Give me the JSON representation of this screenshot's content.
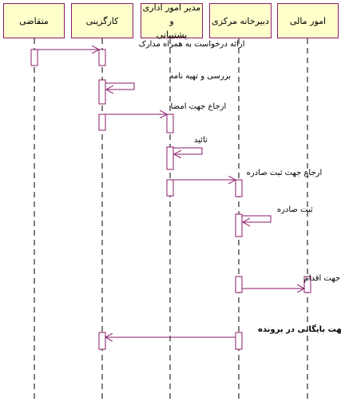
{
  "participants": [
    {
      "name": "متقاضی"
    },
    {
      "name": "کارگزینی"
    },
    {
      "name": "مدیر امور اداری و\nپشتیبانی"
    },
    {
      "name": "دبیرخانه مرکزی"
    },
    {
      "name": "امور مالی"
    }
  ],
  "messages": [
    {
      "label": "ارائه درخواست به همراه مدارک",
      "from": 0,
      "to": 1,
      "bold": false
    },
    {
      "label": "بررسی و تهیه نامه",
      "from": 1,
      "to": 1,
      "bold": false
    },
    {
      "label": "ارجاع جهت امضا",
      "from": 1,
      "to": 2,
      "bold": false
    },
    {
      "label": "تائید",
      "from": 2,
      "to": 2,
      "bold": false
    },
    {
      "label": "ارجاع جهت ثبت صادره",
      "from": 2,
      "to": 3,
      "bold": false
    },
    {
      "label": "ثبت صادره",
      "from": 3,
      "to": 3,
      "bold": false
    },
    {
      "label": "ارجاع جهت اقدام",
      "from": 3,
      "to": 4,
      "bold": false
    },
    {
      "label": "ارسال جهت بایگانی در پرونده",
      "from": 3,
      "to": 1,
      "bold": true
    }
  ],
  "colors": {
    "box_fill": "#ffffcc",
    "box_border": "#8b1a6b",
    "arrow": "#8b1a6b",
    "activation_border": "#8b1a6b",
    "lifeline": "#000000"
  }
}
